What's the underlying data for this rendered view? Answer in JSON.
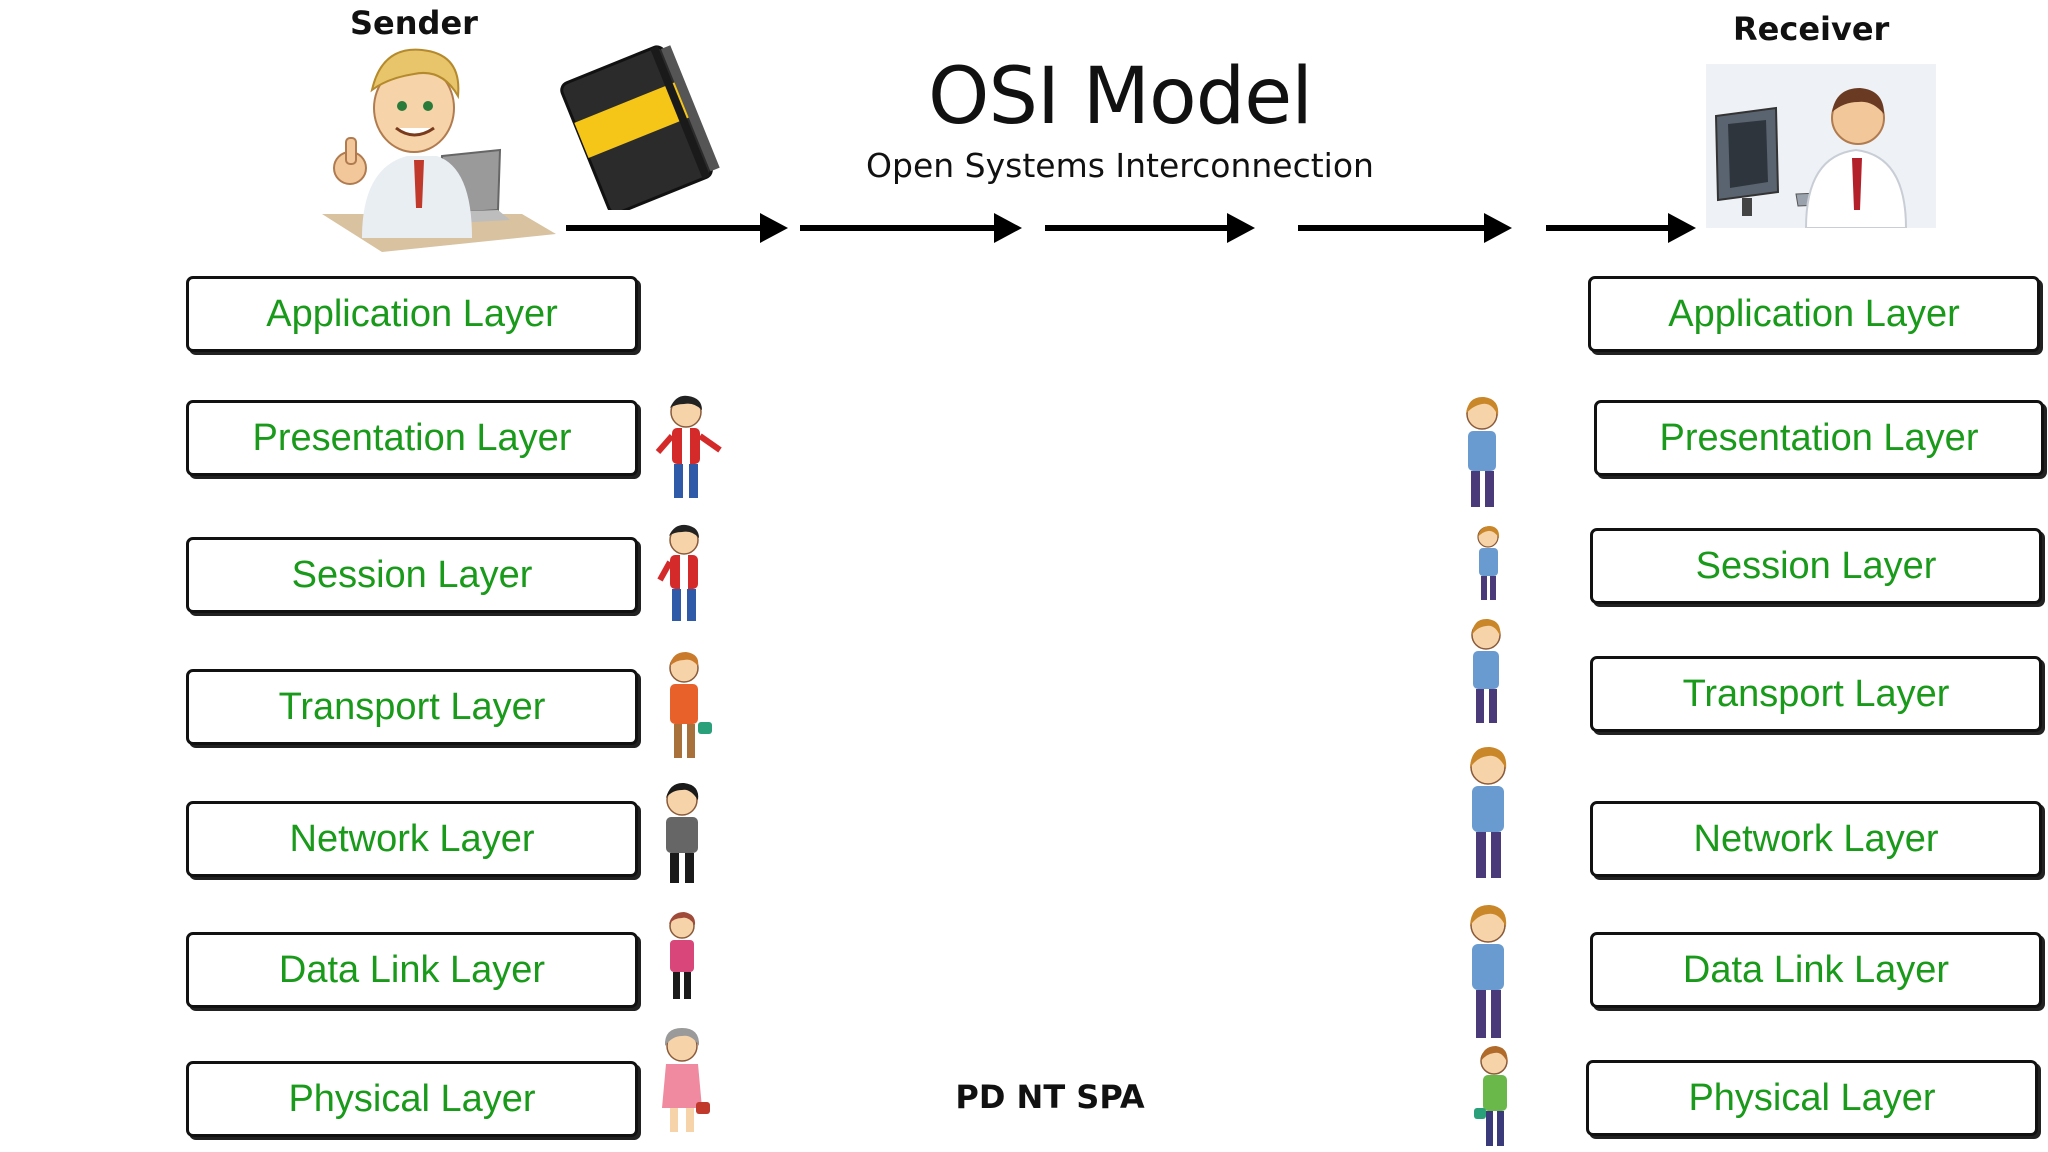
{
  "header": {
    "title": "OSI Model",
    "subtitle": "Open Systems Interconnection"
  },
  "sender": {
    "label": "Sender"
  },
  "receiver": {
    "label": "Receiver"
  },
  "footer": {
    "text": "PD NT SPA"
  },
  "sender_layers": [
    "Application Layer",
    "Presentation Layer",
    "Session Layer",
    "Transport Layer",
    "Network Layer",
    "Data Link Layer",
    "Physical Layer"
  ],
  "receiver_layers": [
    "Application Layer",
    "Presentation Layer",
    "Session Layer",
    "Transport Layer",
    "Network Layer",
    "Data Link Layer",
    "Physical Layer"
  ],
  "colors": {
    "layer_text": "#1a9a1a",
    "box_border": "#111111",
    "arrow": "#000000",
    "notebook_band": "#f5c518"
  },
  "icons": {
    "sender": "person-at-laptop-icon",
    "receiver": "person-at-computer-icon",
    "message": "notebook-icon",
    "layer_figures": "cartoon-person-icon"
  }
}
